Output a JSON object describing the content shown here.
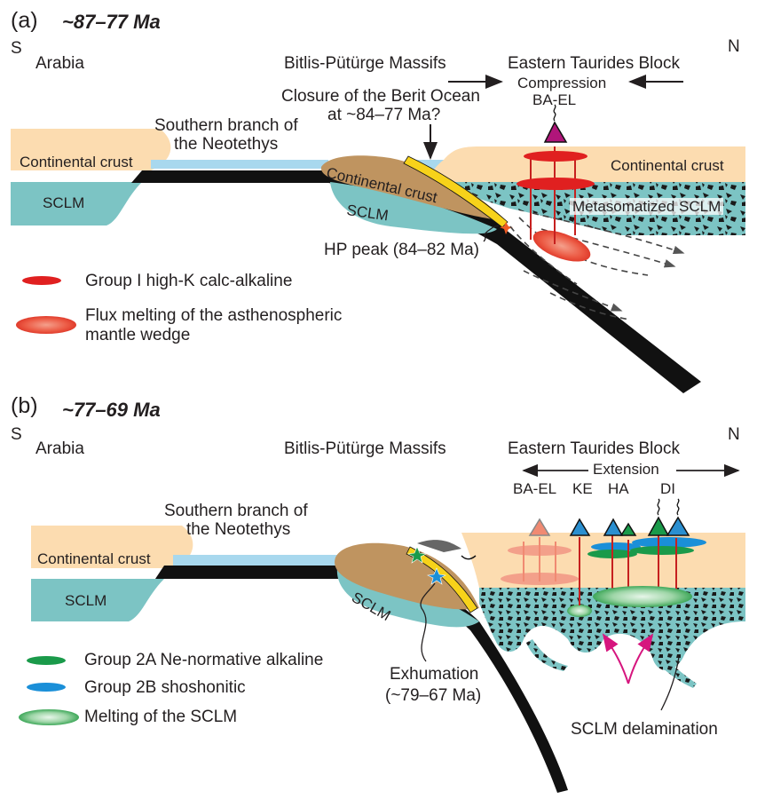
{
  "panel_a": {
    "label": "(a)",
    "age": "~87–77 Ma",
    "south": "S",
    "north": "N",
    "arabia": "Arabia",
    "massifs": "Bitlis-Pütürge Massifs",
    "taurides": "Eastern Taurides Block",
    "regime": "Compression",
    "closure_line1": "Closure of the Berit Ocean",
    "closure_line2": "at ~84–77 Ma?",
    "branch_line1": "Southern branch of",
    "branch_line2": "the Neotethys",
    "volcano": "BA-EL",
    "cc_left": "Continental crust",
    "cc_mid": "Continental crust",
    "cc_right": "Continental crust",
    "sclm_left": "SCLM",
    "sclm_mid": "SCLM",
    "meta_sclm": "Metasomatized SCLM",
    "hp_peak": "HP peak (84–82 Ma)",
    "legend": [
      {
        "label": "Group I high-K calc-alkaline",
        "color": "#e02020"
      },
      {
        "label_line1": "Flux melting of the asthenospheric",
        "label_line2": "mantle wedge",
        "color": "#f26050"
      }
    ]
  },
  "panel_b": {
    "label": "(b)",
    "age": "~77–69 Ma",
    "south": "S",
    "north": "N",
    "arabia": "Arabia",
    "massifs": "Bitlis-Pütürge Massifs",
    "taurides": "Eastern Taurides Block",
    "regime": "Extension",
    "volcanoes": [
      "BA-EL",
      "KE",
      "HA",
      "DI"
    ],
    "branch_line1": "Southern branch of",
    "branch_line2": "the Neotethys",
    "cc_left": "Continental crust",
    "sclm_left": "SCLM",
    "sclm_mid": "SCLM",
    "exhumation_line1": "Exhumation",
    "exhumation_line2": "(~79–67 Ma)",
    "delamination": "SCLM delamination",
    "legend": [
      {
        "label": "Group 2A Ne-normative alkaline",
        "color": "#1a9a4a"
      },
      {
        "label": "Group 2B shoshonitic",
        "color": "#1a8fd8"
      },
      {
        "label": "Melting of the SCLM",
        "color": "#4cb96a"
      }
    ]
  },
  "colors": {
    "continental_crust": "#fcdcb0",
    "sclm": "#7cc4c4",
    "ocean": "#a8d8ee",
    "slab": "#111111",
    "microcontinent": "#bf9460",
    "volcano_a": "#b0157a",
    "volcano_b": "#2a8fd0",
    "volcano_green": "#1a9a4a"
  }
}
